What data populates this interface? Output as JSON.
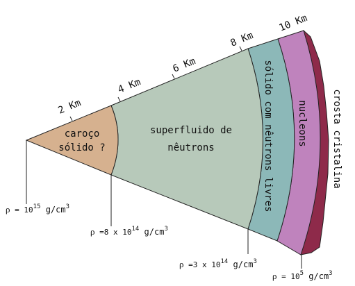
{
  "colors": {
    "core": "#d6b18f",
    "superfluid": "#b7c9ba",
    "solid_neutrons": "#8cb8b8",
    "nucleons": "#bf83bd",
    "crust": "#8e2a4a",
    "outline": "#222222",
    "background": "#ffffff"
  },
  "distance_labels": [
    "2 Km",
    "4 Km",
    "6 Km",
    "8 Km",
    "10 Km"
  ],
  "regions": {
    "core": [
      "caroço",
      "sólido ?"
    ],
    "superfluid": [
      "superfluido de",
      "nêutrons"
    ],
    "solid_neutrons": "sólido com nêutrons livres",
    "nucleons": "nucleons",
    "crust": "crosta cristalina"
  },
  "densities": [
    {
      "rho": "ρ",
      "prefix": " = 10",
      "exp": "15",
      "unit": " g/cm",
      "unit_exp": "3"
    },
    {
      "rho": "ρ",
      "prefix": " =8 x 10",
      "exp": "14",
      "unit": " g/cm",
      "unit_exp": "3"
    },
    {
      "rho": "ρ",
      "prefix": " =3 x 10",
      "exp": "14",
      "unit": " g/cm",
      "unit_exp": "3"
    },
    {
      "rho": "ρ",
      "prefix": " = 10",
      "exp": "5",
      "unit": " g/cm",
      "unit_exp": "3"
    }
  ]
}
